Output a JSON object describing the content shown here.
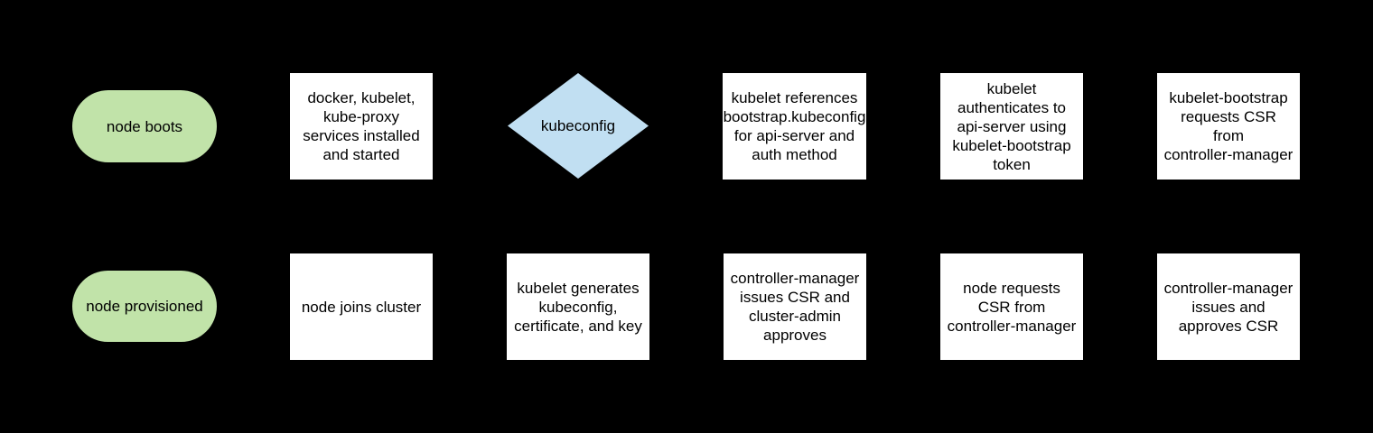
{
  "colors": {
    "background": "#000000",
    "terminal_fill": "#c1e3a9",
    "process_fill": "#ffffff",
    "decision_fill": "#c1dff2",
    "text_color": "#000000"
  },
  "diagram": {
    "description": "kubelet bootstrap flowchart, two rows, connectors not visible against background"
  },
  "nodes": [
    {
      "id": "node-boots",
      "shape": "terminal",
      "label": "node boots"
    },
    {
      "id": "services-installed",
      "shape": "process",
      "label": "docker, kubelet,\nkube-proxy\nservices installed\nand started"
    },
    {
      "id": "kubeconfig",
      "shape": "decision",
      "label": "kubeconfig"
    },
    {
      "id": "kubelet-references-bootstrap-kubeconfig",
      "shape": "process",
      "label": "kubelet references\nbootstrap.kubeconfig\nfor api-server and\nauth method"
    },
    {
      "id": "kubelet-authenticates",
      "shape": "process",
      "label": "kubelet\nauthenticates to\napi-server using\nkubelet-bootstrap\ntoken"
    },
    {
      "id": "kubelet-bootstrap-requests-csr",
      "shape": "process",
      "label": "kubelet-bootstrap\nrequests CSR\nfrom\ncontroller-manager"
    },
    {
      "id": "node-provisioned",
      "shape": "terminal",
      "label": "node provisioned"
    },
    {
      "id": "node-joins-cluster",
      "shape": "process",
      "label": "node joins cluster"
    },
    {
      "id": "kubelet-generates-kubeconfig",
      "shape": "process",
      "label": "kubelet generates\nkubeconfig,\ncertificate, and key"
    },
    {
      "id": "controller-manager-issues-csr",
      "shape": "process",
      "label": "controller-manager\nissues CSR and\ncluster-admin\napproves"
    },
    {
      "id": "node-requests-csr",
      "shape": "process",
      "label": "node requests\nCSR from\ncontroller-manager"
    },
    {
      "id": "controller-manager-approves-csr",
      "shape": "process",
      "label": "controller-manager\nissues and\napproves CSR"
    }
  ]
}
